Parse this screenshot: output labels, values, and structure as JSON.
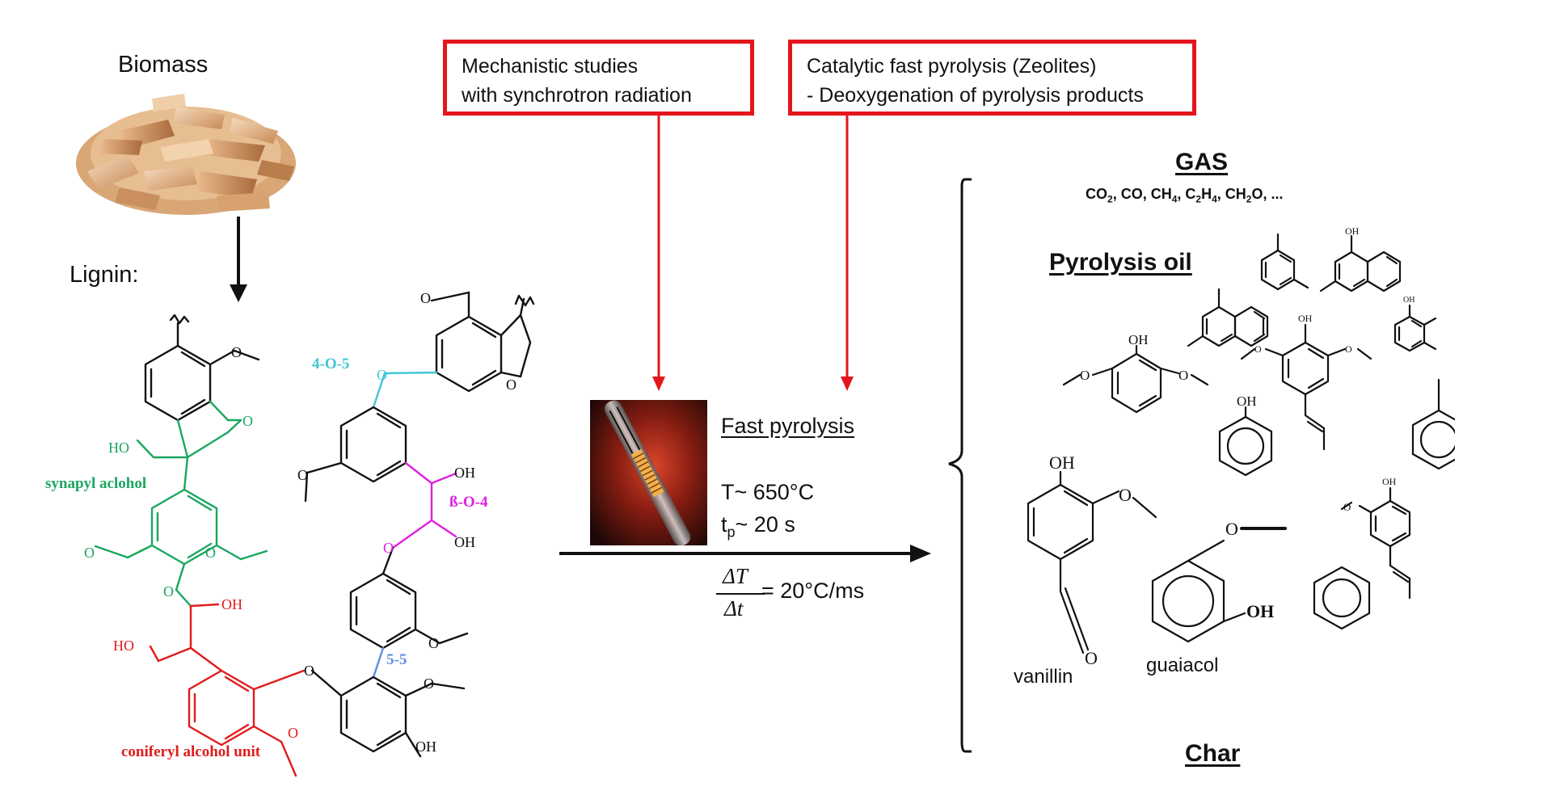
{
  "biomass": {
    "title": "Biomass",
    "lignin_label": "Lignin:"
  },
  "lignin": {
    "linkages": {
      "l_4o5": "4-O-5",
      "l_bo4": "ß-O-4",
      "l_55": "5-5"
    },
    "units": {
      "synapyl": "synapyl aclohol",
      "coniferyl": "coniferyl alcohol unit"
    },
    "groups": {
      "oh": "OH",
      "ho": "HO",
      "o": "O"
    }
  },
  "boxes": {
    "mechanistic": {
      "line1": "Mechanistic studies",
      "line2": "with synchrotron radiation"
    },
    "catalytic": {
      "line1": "Catalytic fast pyrolysis  (Zeolites)",
      "line2": "- Deoxygenation of pyrolysis products"
    }
  },
  "reactor": {
    "title": "Fast pyrolysis",
    "temperature": "T~ 650°C",
    "time_prefix": "t",
    "time_sub": "p",
    "time_suffix": "~ 20 s",
    "rate_num": "ΔT",
    "rate_den": "Δt",
    "rate_value": "= 20°C/ms"
  },
  "products": {
    "gas_title": "GAS",
    "gas_list": [
      {
        "t": "CO"
      },
      {
        "s": "2"
      },
      {
        "t": ", CO, CH"
      },
      {
        "s": "4"
      },
      {
        "t": ", C"
      },
      {
        "s": "2"
      },
      {
        "t": "H"
      },
      {
        "s": "4"
      },
      {
        "t": ", CH"
      },
      {
        "s": "2"
      },
      {
        "t": "O, ..."
      }
    ],
    "oil_title": "Pyrolysis oil",
    "char_title": "Char",
    "vanillin": "vanillin",
    "guaiacol": "guaiacol"
  },
  "colors": {
    "red_box": "#e4161c",
    "synapyl_green": "#1aa660",
    "coniferyl_red": "#e01b1b",
    "linkage_cyan": "#3fc7d6",
    "linkage_magenta": "#e020e0",
    "linkage_blue": "#5b8fe0",
    "bond_black": "#111111"
  }
}
